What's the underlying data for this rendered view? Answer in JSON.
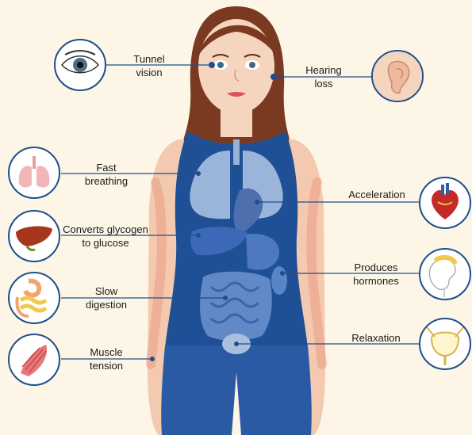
{
  "labels": {
    "tunnel_vision": [
      "Tunnel",
      "vision"
    ],
    "hearing_loss": [
      "Hearing",
      "loss"
    ],
    "fast_breathing": [
      "Fast",
      "breathing"
    ],
    "acceleration": [
      "Acceleration"
    ],
    "converts_glycogen": [
      "Converts glycogen",
      "to glucose"
    ],
    "produces_hormones": [
      "Produces",
      "hormones"
    ],
    "slow_digestion": [
      "Slow",
      "digestion"
    ],
    "relaxation": [
      "Relaxation"
    ],
    "muscle_tension": [
      "Muscle",
      "tension"
    ]
  },
  "colors": {
    "background": "#fdf6e6",
    "shirt": "#1f4f95",
    "leader_line": "#1e4f8a",
    "hair": "#7a3a22",
    "skin": "#f6d5bf"
  },
  "icons": [
    "eye-icon",
    "ear-icon",
    "lungs-icon",
    "heart-icon",
    "liver-icon",
    "kidney-icon",
    "stomach-intestine-icon",
    "bladder-icon",
    "muscle-icon"
  ]
}
